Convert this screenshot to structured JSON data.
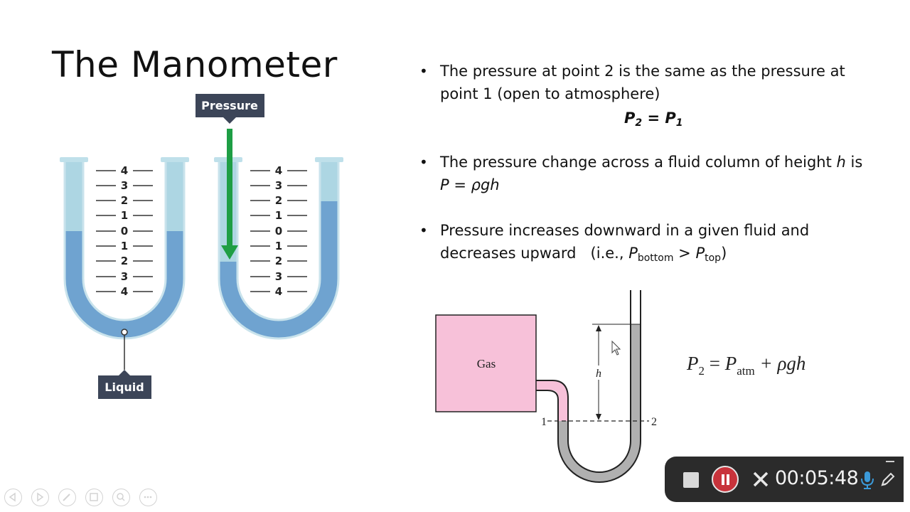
{
  "slide": {
    "title": "The Manometer",
    "left_diagram": {
      "label_pressure": "Pressure",
      "label_liquid": "Liquid",
      "scale_labels": [
        "4",
        "3",
        "2",
        "1",
        "0",
        "1",
        "2",
        "3",
        "4"
      ]
    },
    "bullets": [
      {
        "line1": "The pressure at point 2 is the same as the pressure at",
        "line2": "point 1 (open to atmosphere)",
        "eq_p": "P",
        "eq_sub1": "2",
        "eq_mid": " = P",
        "eq_sub2": "1"
      },
      {
        "line1_a": "The pressure change across a fluid column of height ",
        "line1_h": "h",
        "line1_b": " is",
        "line2": "P = ρgh"
      },
      {
        "line1": "Pressure increases downward in a given fluid and",
        "line2_a": "decreases upward   (i.e., ",
        "line2_p1": "P",
        "line2_sub1": "bottom",
        "line2_gt": " > ",
        "line2_p2": "P",
        "line2_sub2": "top",
        "line2_end": ")"
      }
    ],
    "right_diagram": {
      "gas_label": "Gas",
      "h_label": "h",
      "point1": "1",
      "point2": "2",
      "formula_p": "P",
      "formula_sub": "2",
      "formula_eq": " = ",
      "formula_patm": "P",
      "formula_atm_sub": "atm",
      "formula_rest": " + ρgh"
    }
  },
  "recorder": {
    "time": "00:05:48",
    "stop_icon": "stop-icon",
    "pause_icon": "pause-icon",
    "close_icon": "close-icon",
    "mic_icon": "microphone-icon",
    "pen_icon": "pen-icon"
  },
  "nav": {
    "icons": [
      "back-arrow-icon",
      "forward-arrow-icon",
      "pen-icon",
      "slides-icon",
      "zoom-icon",
      "more-icon"
    ]
  },
  "colors": {
    "liquid_dark": "#6fa3d0",
    "liquid_light": "#add6e3",
    "pressure_arrow": "#1e9e45",
    "label_bg": "#3c4558",
    "gas_fill": "#f7c1d9",
    "mercury": "#b0b0b0",
    "recorder_bg": "#2b2b2b",
    "recorder_pause": "#c8333b",
    "mic_color": "#3b9ad9"
  }
}
